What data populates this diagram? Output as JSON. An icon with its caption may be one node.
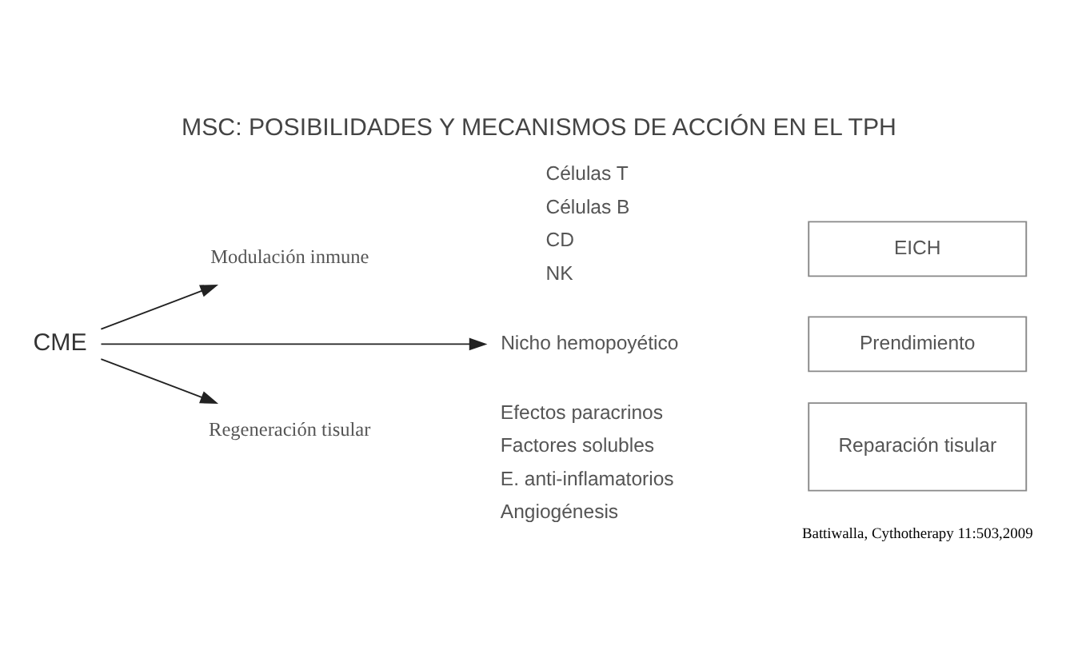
{
  "diagram": {
    "title": "MSC: POSIBILIDADES Y MECANISMOS DE ACCIÓN EN EL TPH",
    "nodes": [
      {
        "text": [
          "CME"
        ]
      },
      {
        "text": [
          "Modulación inmune"
        ]
      },
      {
        "text": [
          "Nicho hemopoyético"
        ]
      },
      {
        "text": [
          "Regeneración tisular"
        ]
      },
      {
        "text": [
          "EICH"
        ]
      },
      {
        "text": [
          "Prendimiento"
        ]
      },
      {
        "text": [
          "Reparación tisular"
        ]
      }
    ],
    "edges": [
      {
        "from": 0,
        "to": 1,
        "arrow": "to"
      },
      {
        "from": 0,
        "to": 2,
        "arrow": "to"
      },
      {
        "from": 0,
        "to": 3,
        "arrow": "to"
      }
    ],
    "labels": [
      "Células T",
      "Células B",
      "CD",
      "NK",
      "Efectos paracrinos",
      "Factores solubles",
      "E. anti-inflamatorios",
      "Angiogénesis",
      "Battiwalla, Cythotherapy 11:503,2009"
    ]
  }
}
